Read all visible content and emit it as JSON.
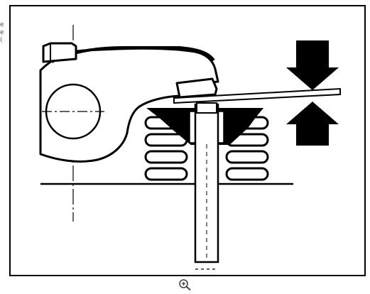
{
  "edge_text": [
    "e",
    "e",
    "("
  ],
  "figure": {
    "name": "valve-clearance-diagram",
    "stroke_color": "#000000",
    "background_color": "#ffffff"
  },
  "controls": {
    "zoom_icon": "magnifier-plus-icon"
  }
}
